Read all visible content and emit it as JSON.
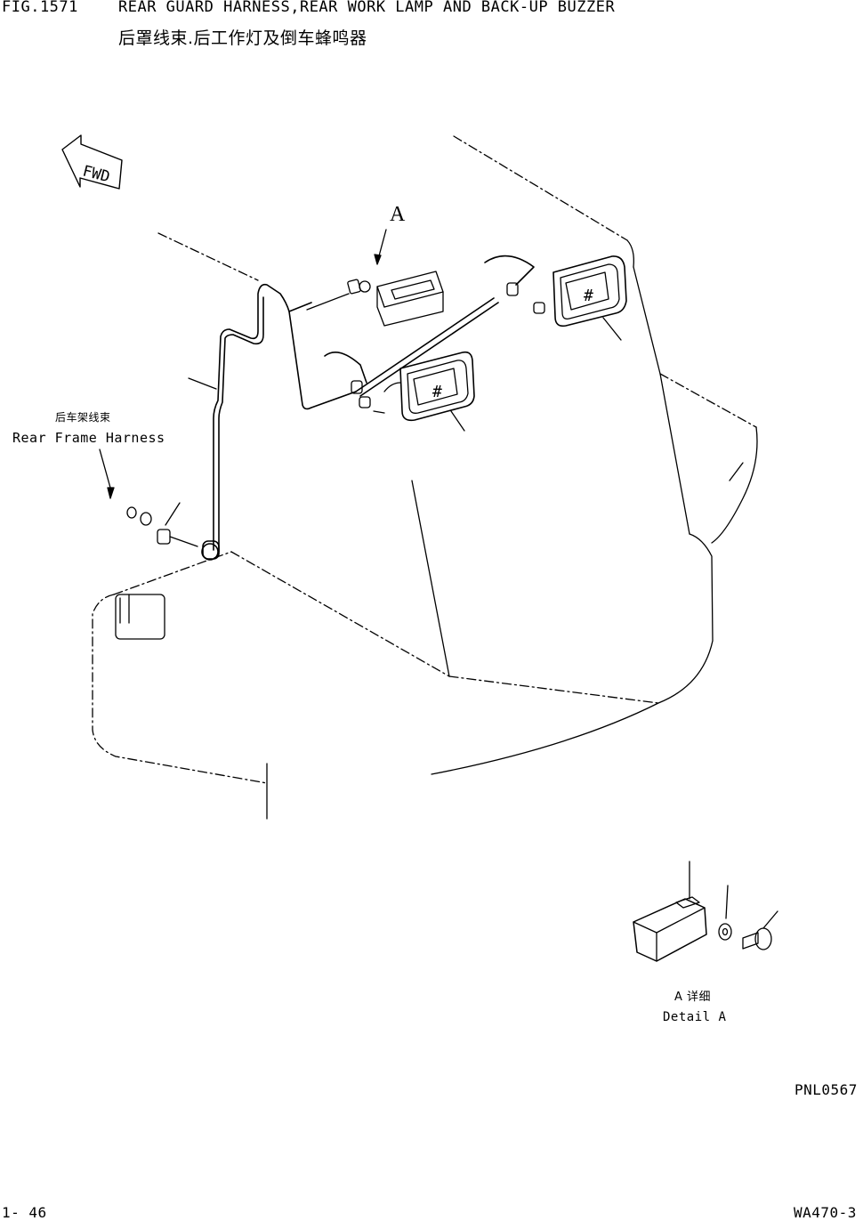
{
  "header": {
    "fig_number": "FIG.1571",
    "title_en": "REAR GUARD HARNESS,REAR WORK LAMP AND BACK-UP BUZZER",
    "title_cn": "后罩线束.后工作灯及倒车蜂鸣器"
  },
  "diagram": {
    "fwd_label": "FWD",
    "detail_marker": "A",
    "rear_frame_harness_cn": "后车架线束",
    "rear_frame_harness_en": "Rear Frame Harness",
    "lamp_symbol": "#"
  },
  "detail": {
    "label_cn": "A 详细",
    "label_en": "Detail A"
  },
  "footer": {
    "drawing_code": "PNL0567",
    "page": "1- 46",
    "model": "WA470-3"
  }
}
